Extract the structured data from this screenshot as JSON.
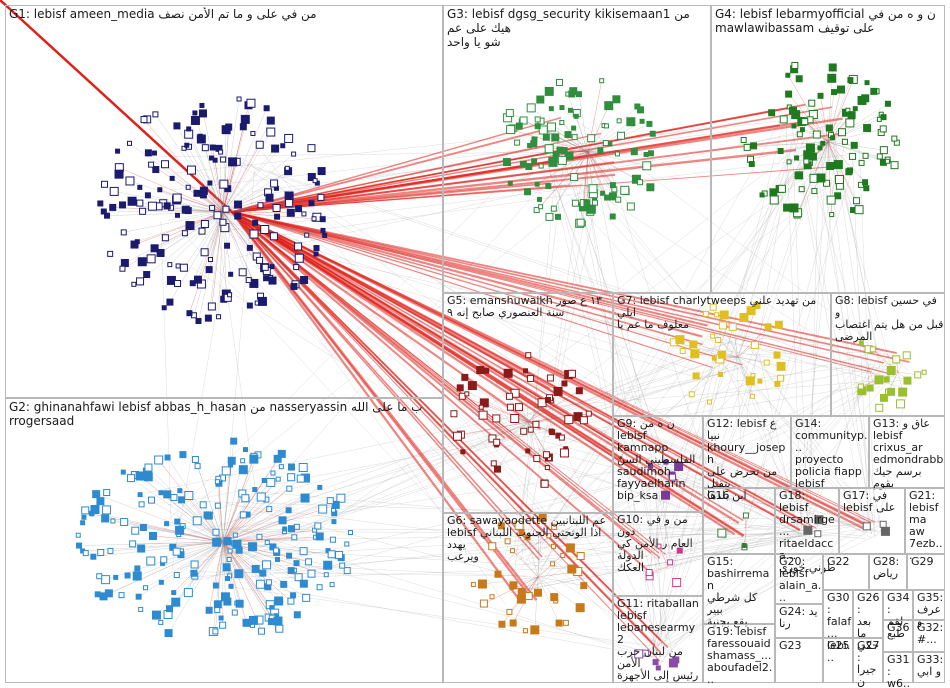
{
  "groups": [
    {
      "id": "G1",
      "label": "G1: lebisf ameen_media من في على و ما تم الأمن نصف",
      "color": "#1a1a6e"
    },
    {
      "id": "G2",
      "label": "G2: ghinanahfawi lebisf abbas_h_hasan من nasseryassin ب ما على الله rrogersaad",
      "color": "#2e8bd0"
    },
    {
      "id": "G3",
      "label": "G3: lebisf dgsg_security kikisemaan1 من هيك على عم\nشو يا واحد",
      "color": "#2f8f3f"
    },
    {
      "id": "G4",
      "label": "G4: lebisf lebarmyofficial ن و ه من في\nmawlawibassam على توقيف",
      "color": "#1f7a1f"
    },
    {
      "id": "G5",
      "label": "G5: emanshuwaikh ١٣ ع صور\nسنة العنصوري صابح إنه ٩",
      "color": "#8b1a1a"
    },
    {
      "id": "G6",
      "label": "G6: sawayaodette عم اللبنانيين\nlebisf اذا الوتحتي الجنوب اللبناني يهدد\nويرعب",
      "color": "#c87a1a"
    },
    {
      "id": "G7",
      "label": "G7: lebisf charlytweeps من تهديد علني ايلي\nمعلوف ما عم يا",
      "color": "#e0c020"
    },
    {
      "id": "G8",
      "label": "G8: lebisf في حسين و\nقبل من هل يتم اغتصاب\nالمرضى",
      "color": "#9ac030"
    },
    {
      "id": "G9",
      "label": "G9: ن ه من lebisf\nkamnapp\nالفلسطيني السنّ\nsaudimoh\nfayyaelharin\nbip_ksa",
      "color": "#7a3a9a"
    },
    {
      "id": "G10",
      "label": "G10: من و في دون\nالعام ر الأمن كي الدولة\nالعكك",
      "color": "#c83a8a"
    },
    {
      "id": "G11",
      "label": "G11: ritaballan\nlebisf\nlebanesearmy2\nمن لبنان حرب الأمن\nرئيس إلى الأجهزة",
      "color": "#8a4aaa"
    },
    {
      "id": "G12",
      "label": "G12: lebisf ع نبيا\nkhoury__joseph\nمن تحرض على بتقتل\nابن بلدها",
      "color": "#555555"
    },
    {
      "id": "G13",
      "label": "G13: عاق و\nlebisf\ncrixus_ar\nedmondrabb\nبرسم حيك بقوم",
      "color": "#666666"
    },
    {
      "id": "G14",
      "label": "G14:\ncommunityp...\nproyecto\npolicia fiapp\nlebisf",
      "color": "#666666"
    },
    {
      "id": "G15",
      "label": "G15:\nbashirreman\nكل شرطي بيير\nيقع بجنية",
      "color": "#666666"
    },
    {
      "id": "G16",
      "label": "G16",
      "color": "#3a7a3a"
    },
    {
      "id": "G17",
      "label": "G17: في\nlebisf على",
      "color": "#666666"
    },
    {
      "id": "G18",
      "label": "G18: lebisf\ndrsamirge...\nritaeldacca...\nطوني خوري",
      "color": "#666666"
    },
    {
      "id": "G19",
      "label": "G19: lebisf\nfaressouaid\nshamass_...\naboufadel2...",
      "color": "#666666"
    },
    {
      "id": "G20",
      "label": "G20:\nlebisf\nalain_a...",
      "color": "#666666"
    },
    {
      "id": "G21",
      "label": "G21:\nlebisf\nma aw\n7ezb...",
      "color": "#666666"
    },
    {
      "id": "G22",
      "label": "G22",
      "color": "#666666"
    },
    {
      "id": "G23",
      "label": "G23",
      "color": "#666666"
    },
    {
      "id": "G24",
      "label": "G24: يد\nرنا",
      "color": "#666666"
    },
    {
      "id": "G25",
      "label": "G25",
      "color": "#666666"
    },
    {
      "id": "G26",
      "label": "G26:\nبعد ما\nحكي",
      "color": "#666666"
    },
    {
      "id": "G27",
      "label": "G27:\nجيران\nو",
      "color": "#666666"
    },
    {
      "id": "G28",
      "label": "G28:\nرياض",
      "color": "#666666"
    },
    {
      "id": "G29",
      "label": "G29",
      "color": "#666666"
    },
    {
      "id": "G30",
      "label": "G30: falaf...\nlebi...",
      "color": "#666666"
    },
    {
      "id": "G31",
      "label": "G31:\nw6...",
      "color": "#666666"
    },
    {
      "id": "G32",
      "label": "G32:\n#...",
      "color": "#666666"
    },
    {
      "id": "G33",
      "label": "G33:\nو ابي",
      "color": "#666666"
    },
    {
      "id": "G34",
      "label": "G34:\nلقم\nطبع",
      "color": "#666666"
    },
    {
      "id": "G35",
      "label": "G35:\nعرف\nو",
      "color": "#666666"
    },
    {
      "id": "G36",
      "label": "G36",
      "color": "#666666"
    }
  ],
  "edge_colors": {
    "strong": "#e0201a",
    "weak": "#9a9a9a"
  }
}
